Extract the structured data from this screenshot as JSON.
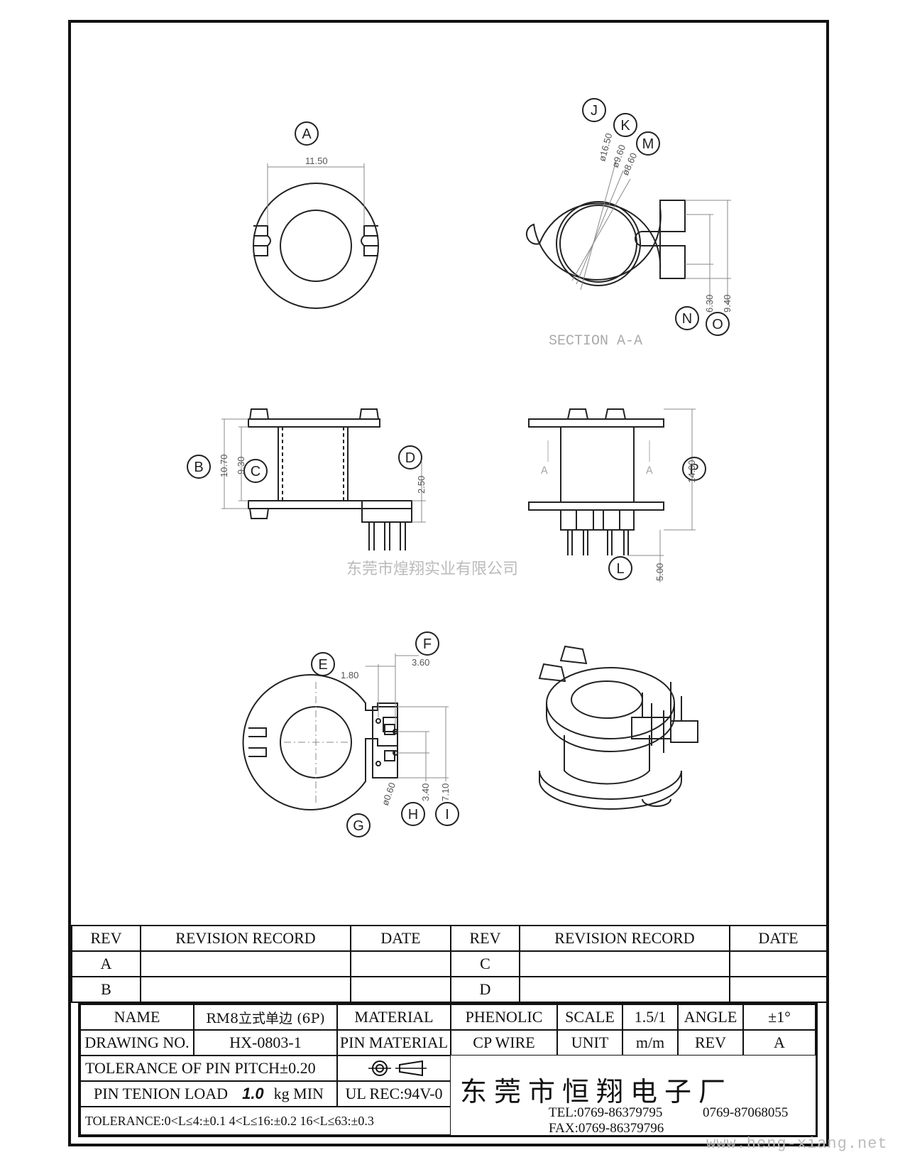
{
  "drawing": {
    "callouts": {
      "A": "A",
      "B": "B",
      "C": "C",
      "D": "D",
      "E": "E",
      "F": "F",
      "G": "G",
      "H": "H",
      "I": "I",
      "J": "J",
      "K": "K",
      "L": "L",
      "M": "M",
      "N": "N",
      "O": "O",
      "P": "P"
    },
    "dimensions": {
      "d_11_50": "11.50",
      "d_16_50": "ø16.50",
      "d_9_60": "ø9.60",
      "d_8_60": "ø8.60",
      "d_6_30": "6.30",
      "d_9_40": "9.40",
      "d_10_70": "10.70",
      "d_9_30": "9.30",
      "d_2_50": "2.50",
      "d_14_00": "14.00",
      "d_5_00": "5.00",
      "d_1_80": "1.80",
      "d_3_60": "3.60",
      "d_0_60": "ø0.60",
      "d_3_40": "3.40",
      "d_7_10": "7.10"
    },
    "section_label": "SECTION A-A",
    "section_marks": {
      "left": "A",
      "right": "A"
    }
  },
  "watermarks": {
    "company_cn": "东莞市煌翔实业有限公司",
    "url": "www.heng-xiang.net"
  },
  "revision_table": {
    "headers": [
      "REV",
      "REVISION RECORD",
      "DATE",
      "REV",
      "REVISION RECORD",
      "DATE"
    ],
    "rows": [
      [
        "A",
        "",
        "",
        "C",
        "",
        ""
      ],
      [
        "B",
        "",
        "",
        "D",
        "",
        ""
      ]
    ]
  },
  "title_block": {
    "name_label": "NAME",
    "name_value": "RM8立式单边 (6P)",
    "material_label": "MATERIAL",
    "material_value": "PHENOLIC",
    "scale_label": "SCALE",
    "scale_value": "1.5/1",
    "angle_label": "ANGLE",
    "angle_value": "±1°",
    "drawing_no_label": "DRAWING NO.",
    "drawing_no_value": "HX-0803-1",
    "pin_material_label": "PIN MATERIAL",
    "pin_material_value": "CP WIRE",
    "unit_label": "UNIT",
    "unit_value": "m/m",
    "rev_label": "REV",
    "rev_value": "A",
    "tolerance_pin_pitch": "TOLERANCE OF PIN PITCH±0.20",
    "pin_tension_label": "PIN TENION LOAD",
    "pin_tension_value": "1.0",
    "pin_tension_unit": "kg MIN",
    "ul_rec": "UL REC:94V-0",
    "tolerance_general": "TOLERANCE:0<L≤4:±0.1   4<L≤16:±0.2   16<L≤63:±0.3",
    "company": "东莞市恒翔电子厂",
    "tel_1": "TEL:0769-86379795",
    "tel_2": "0769-87068055",
    "fax": "FAX:0769-86379796"
  }
}
